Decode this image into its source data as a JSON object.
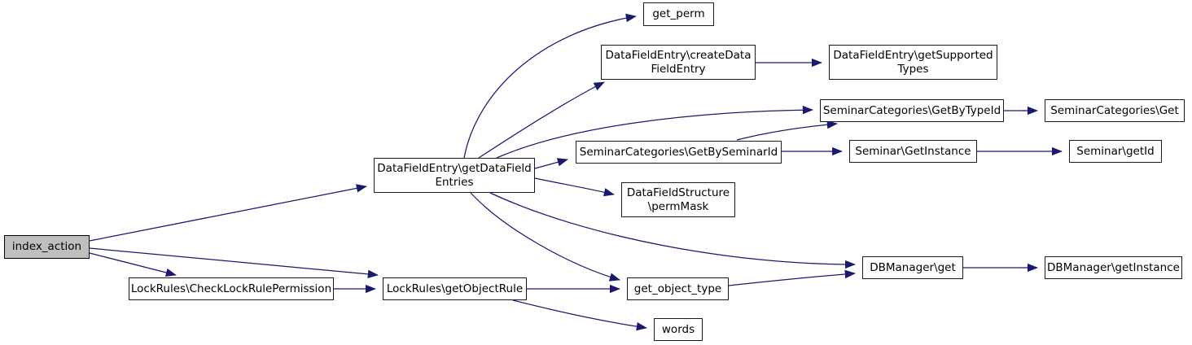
{
  "diagram": {
    "type": "call-graph",
    "direction": "left-to-right",
    "colors": {
      "edge": "#191970",
      "node_border": "#1c1c1c",
      "node_fill": "#ffffff",
      "highlight_node_fill": "#bfbfbf",
      "text": "#000000",
      "background": "#ffffff"
    },
    "nodes": [
      {
        "id": "index_action",
        "label": "index_action",
        "highlighted": true
      },
      {
        "id": "DataFieldEntry\\getDataFieldEntries",
        "label": "DataFieldEntry\\getDataField\nEntries",
        "highlighted": false
      },
      {
        "id": "get_perm",
        "label": "get_perm",
        "highlighted": false
      },
      {
        "id": "DataFieldEntry\\createDataFieldEntry",
        "label": "DataFieldEntry\\createData\nFieldEntry",
        "highlighted": false
      },
      {
        "id": "DataFieldEntry\\getSupportedTypes",
        "label": "DataFieldEntry\\getSupported\nTypes",
        "highlighted": false
      },
      {
        "id": "SeminarCategories\\GetByTypeId",
        "label": "SeminarCategories\\GetByTypeId",
        "highlighted": false
      },
      {
        "id": "SeminarCategories\\Get",
        "label": "SeminarCategories\\Get",
        "highlighted": false
      },
      {
        "id": "SeminarCategories\\GetBySeminarId",
        "label": "SeminarCategories\\GetBySeminarId",
        "highlighted": false
      },
      {
        "id": "Seminar\\GetInstance",
        "label": "Seminar\\GetInstance",
        "highlighted": false
      },
      {
        "id": "Seminar\\getId",
        "label": "Seminar\\getId",
        "highlighted": false
      },
      {
        "id": "DataFieldStructure\\permMask",
        "label": "DataFieldStructure\n\\permMask",
        "highlighted": false
      },
      {
        "id": "LockRules\\CheckLockRulePermission",
        "label": "LockRules\\CheckLockRulePermission",
        "highlighted": false
      },
      {
        "id": "LockRules\\getObjectRule",
        "label": "LockRules\\getObjectRule",
        "highlighted": false
      },
      {
        "id": "get_object_type",
        "label": "get_object_type",
        "highlighted": false
      },
      {
        "id": "words",
        "label": "words",
        "highlighted": false
      },
      {
        "id": "DBManager\\get",
        "label": "DBManager\\get",
        "highlighted": false
      },
      {
        "id": "DBManager\\getInstance",
        "label": "DBManager\\getInstance",
        "highlighted": false
      }
    ],
    "edges": [
      {
        "from": "index_action",
        "to": "DataFieldEntry\\getDataFieldEntries"
      },
      {
        "from": "index_action",
        "to": "LockRules\\getObjectRule"
      },
      {
        "from": "index_action",
        "to": "LockRules\\CheckLockRulePermission"
      },
      {
        "from": "LockRules\\CheckLockRulePermission",
        "to": "LockRules\\getObjectRule"
      },
      {
        "from": "LockRules\\getObjectRule",
        "to": "get_object_type"
      },
      {
        "from": "LockRules\\getObjectRule",
        "to": "words"
      },
      {
        "from": "get_object_type",
        "to": "DBManager\\get"
      },
      {
        "from": "DBManager\\get",
        "to": "DBManager\\getInstance"
      },
      {
        "from": "DataFieldEntry\\getDataFieldEntries",
        "to": "get_perm"
      },
      {
        "from": "DataFieldEntry\\getDataFieldEntries",
        "to": "DataFieldEntry\\createDataFieldEntry"
      },
      {
        "from": "DataFieldEntry\\getDataFieldEntries",
        "to": "SeminarCategories\\GetByTypeId"
      },
      {
        "from": "DataFieldEntry\\getDataFieldEntries",
        "to": "SeminarCategories\\GetBySeminarId"
      },
      {
        "from": "DataFieldEntry\\getDataFieldEntries",
        "to": "DataFieldStructure\\permMask"
      },
      {
        "from": "DataFieldEntry\\getDataFieldEntries",
        "to": "DBManager\\get"
      },
      {
        "from": "DataFieldEntry\\getDataFieldEntries",
        "to": "get_object_type"
      },
      {
        "from": "DataFieldEntry\\createDataFieldEntry",
        "to": "DataFieldEntry\\getSupportedTypes"
      },
      {
        "from": "SeminarCategories\\GetByTypeId",
        "to": "SeminarCategories\\Get"
      },
      {
        "from": "SeminarCategories\\GetBySeminarId",
        "to": "Seminar\\GetInstance"
      },
      {
        "from": "SeminarCategories\\GetBySeminarId",
        "to": "SeminarCategories\\GetByTypeId"
      },
      {
        "from": "Seminar\\GetInstance",
        "to": "Seminar\\getId"
      }
    ]
  }
}
